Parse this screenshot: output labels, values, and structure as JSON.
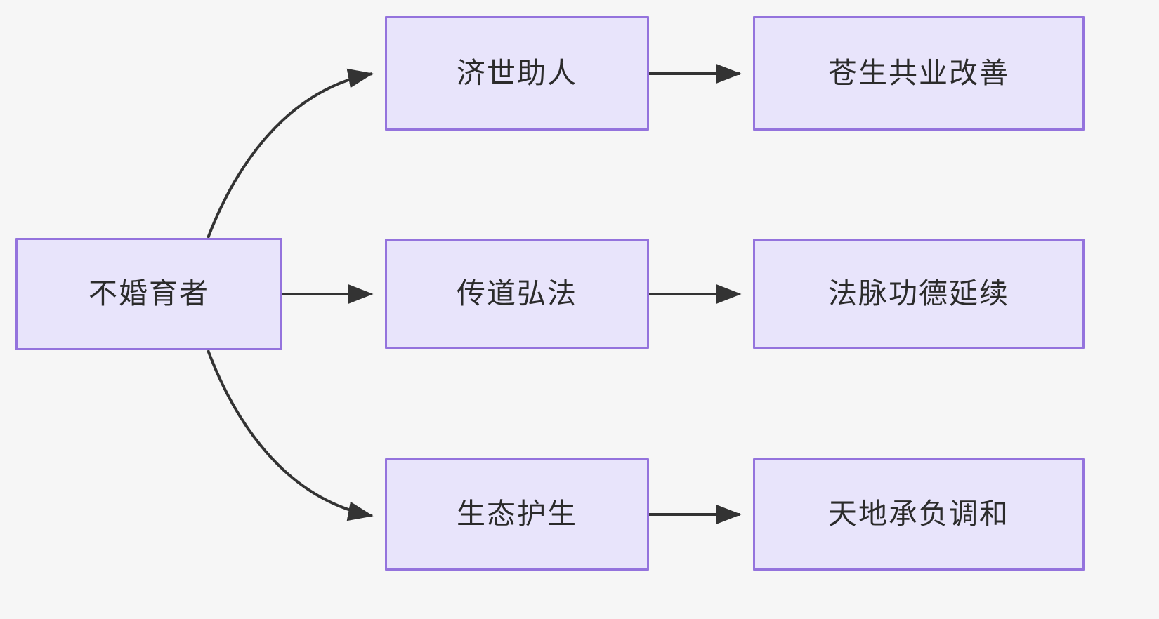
{
  "diagram": {
    "type": "flowchart",
    "direction": "left-to-right",
    "background_color": "#f6f6f6",
    "node_fill_color": "#e8e4fb",
    "node_border_color": "#9473dd",
    "edge_color": "#333333",
    "text_color": "#2b2b2b",
    "nodes": {
      "root": {
        "id": "root",
        "label": "不婚育者"
      },
      "mid_1": {
        "id": "mid_1",
        "label": "济世助人"
      },
      "mid_2": {
        "id": "mid_2",
        "label": "传道弘法"
      },
      "mid_3": {
        "id": "mid_3",
        "label": "生态护生"
      },
      "out_1": {
        "id": "out_1",
        "label": "苍生共业改善"
      },
      "out_2": {
        "id": "out_2",
        "label": "法脉功德延续"
      },
      "out_3": {
        "id": "out_3",
        "label": "天地承负调和"
      }
    },
    "edges": [
      {
        "from": "root",
        "to": "mid_1",
        "style": "curved",
        "label": ""
      },
      {
        "from": "root",
        "to": "mid_2",
        "style": "straight",
        "label": ""
      },
      {
        "from": "root",
        "to": "mid_3",
        "style": "curved",
        "label": ""
      },
      {
        "from": "mid_1",
        "to": "out_1",
        "style": "straight",
        "label": ""
      },
      {
        "from": "mid_2",
        "to": "out_2",
        "style": "straight",
        "label": ""
      },
      {
        "from": "mid_3",
        "to": "out_3",
        "style": "straight",
        "label": ""
      }
    ]
  }
}
